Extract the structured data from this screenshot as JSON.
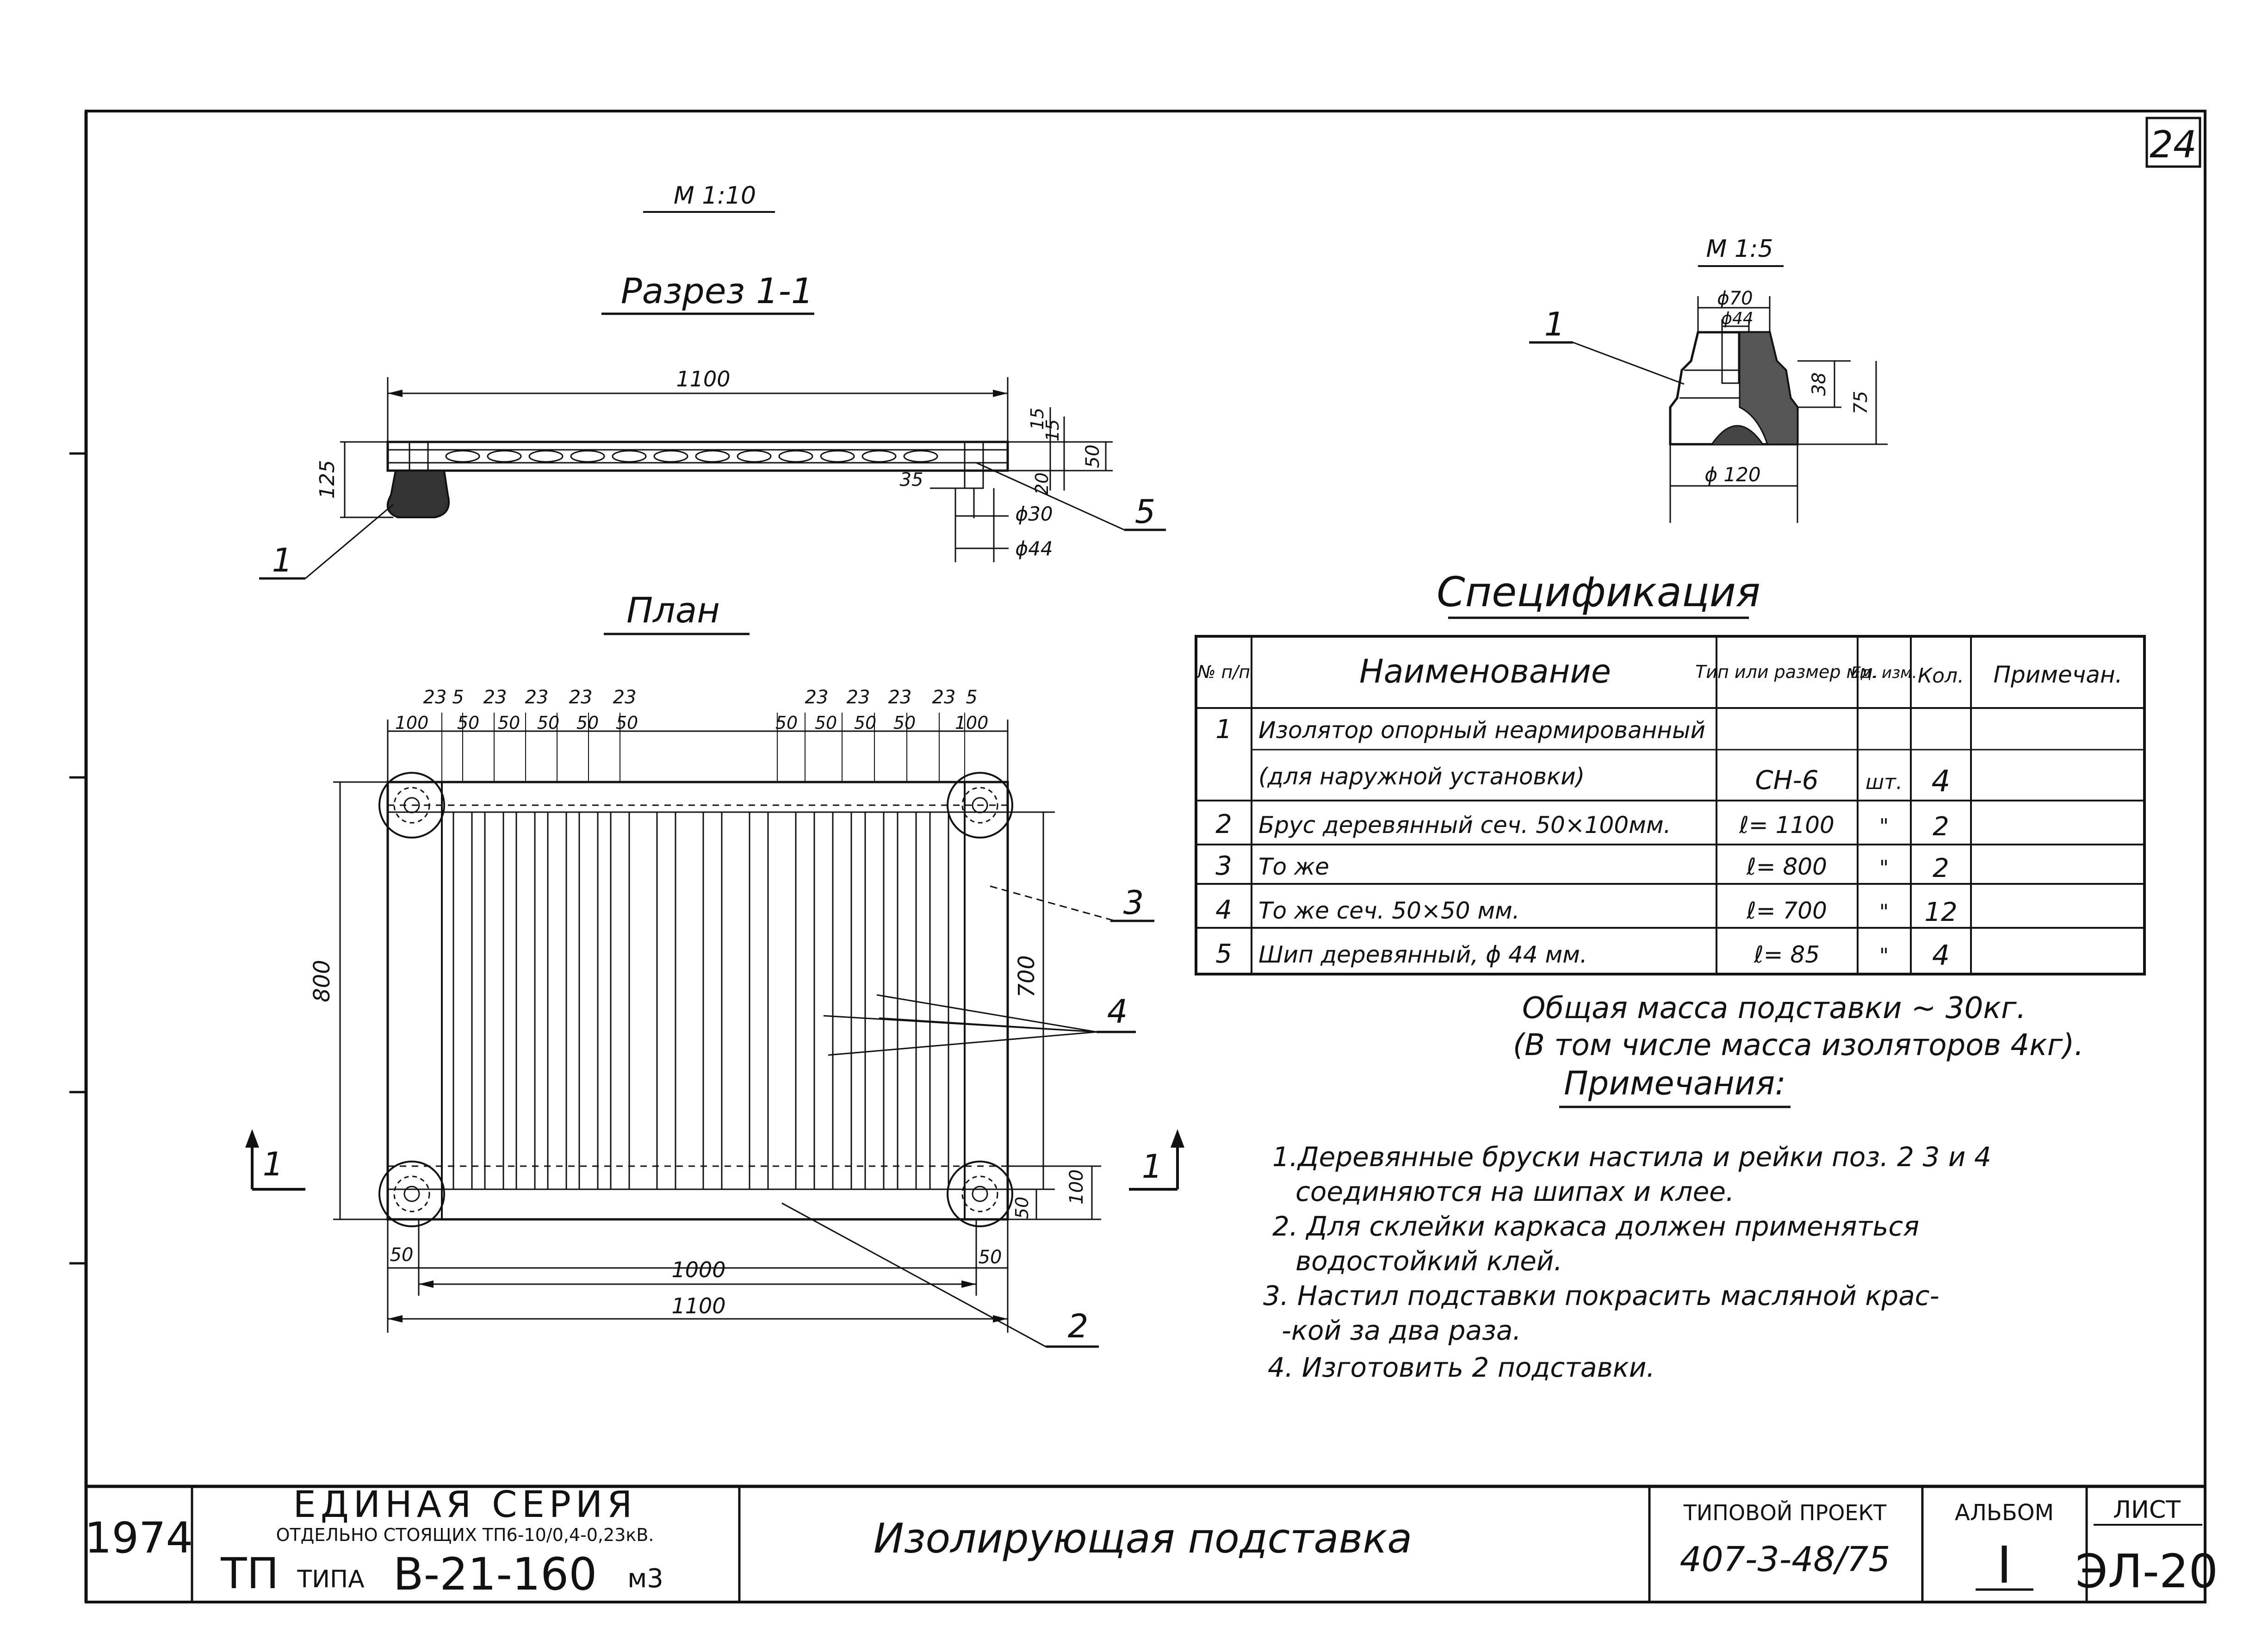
{
  "sheet_number": "24",
  "section": {
    "scale": "М 1:10",
    "title": "Разрез 1-1",
    "dim_length": "1100",
    "dim_height": "125",
    "dim_15a": "15",
    "dim_15b": "15",
    "dim_50": "50",
    "dim_20": "20",
    "dim_35": "35",
    "dim_d30": "ϕ30",
    "dim_d44": "ϕ44",
    "callout_1": "1",
    "callout_5": "5"
  },
  "insulator": {
    "scale": "М 1:5",
    "dim_d70": "ϕ70",
    "dim_d44": "ϕ44",
    "dim_38": "38",
    "dim_75": "75",
    "dim_d120": "ϕ 120",
    "callout_1": "1"
  },
  "plan": {
    "title": "План",
    "top_dims_left": [
      "23",
      "5",
      "23",
      "23",
      "23",
      "23"
    ],
    "top_dims_right": [
      "23",
      "23",
      "23",
      "23",
      "5"
    ],
    "spacing_left": [
      "100",
      "50",
      "50",
      "50",
      "50",
      "50"
    ],
    "spacing_right": [
      "50",
      "50",
      "50",
      "50",
      "100"
    ],
    "dim_800": "800",
    "dim_700": "700",
    "dim_100": "100",
    "dim_50_side": "50",
    "dim_50_left": "50",
    "dim_50_right": "50",
    "dim_1000": "1000",
    "dim_1100": "1100",
    "section_mark_left": "1",
    "section_mark_right": "1",
    "callout_2": "2",
    "callout_3": "3",
    "callout_4": "4"
  },
  "spec": {
    "title": "Спецификация",
    "headers": [
      "№ п/п",
      "Наименование",
      "Тип или размер мм.",
      "Ед. изм.",
      "Кол.",
      "Примечан."
    ],
    "rows": [
      [
        "1",
        "Изолятор опорный неармированный",
        "",
        "",
        "",
        ""
      ],
      [
        "",
        "(для наружной установки)",
        "СН-6",
        "шт.",
        "4",
        ""
      ],
      [
        "2",
        "Брус деревянный сеч. 50×100мм.",
        "ℓ= 1100",
        "\"",
        "2",
        ""
      ],
      [
        "3",
        "То же",
        "ℓ= 800",
        "\"",
        "2",
        ""
      ],
      [
        "4",
        "То же сеч. 50×50 мм.",
        "ℓ= 700",
        "\"",
        "12",
        ""
      ],
      [
        "5",
        "Шип деревянный, ϕ 44 мм.",
        "ℓ= 85",
        "\"",
        "4",
        ""
      ]
    ]
  },
  "mass_line1": "Общая масса подставки ~ 30кг.",
  "mass_line2": "(В том числе масса изоляторов 4кг).",
  "notes": {
    "title": "Примечания:",
    "lines": [
      "1.Деревянные бруски настила и рейки поз. 2 3 и 4",
      "соединяются на шипах и клее.",
      "2. Для склейки каркаса должен применяться",
      "водостойкий клей.",
      "3. Настил подставки покрасить масляной крас-",
      "-кой за два раза.",
      "4. Изготовить 2 подставки."
    ]
  },
  "title_block": {
    "year": "1974",
    "series": "ЕДИНАЯ СЕРИЯ",
    "series_sub": "ОТДЕЛЬНО СТОЯЩИХ ТП6-10/0,4-0,23кВ.",
    "tp_prefix": "ТП",
    "tp_type_word": "ТИПА",
    "tp_type": "В-21-160",
    "tp_suffix": "м3",
    "drawing_title": "Изолирующая подставка",
    "project_label": "ТИПОВОЙ ПРОЕКТ",
    "project_value": "407-3-48/75",
    "album_label": "АЛЬБОМ",
    "album_value": "I",
    "sheet_label": "ЛИСТ",
    "sheet_value": "ЭЛ-20"
  }
}
